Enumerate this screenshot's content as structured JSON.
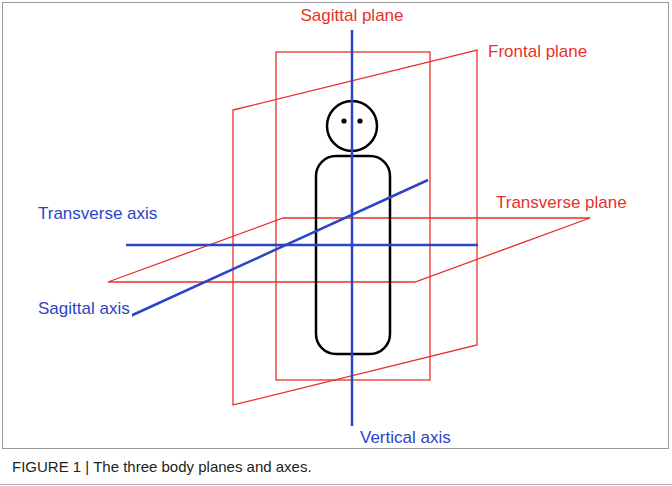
{
  "diagram": {
    "caption": "FIGURE 1 | The three body planes and axes.",
    "labels": [
      "Sagittal plane",
      "Frontal plane",
      "Transverse plane",
      "Transverse axis",
      "Sagittal axis",
      "Vertical axis"
    ]
  }
}
